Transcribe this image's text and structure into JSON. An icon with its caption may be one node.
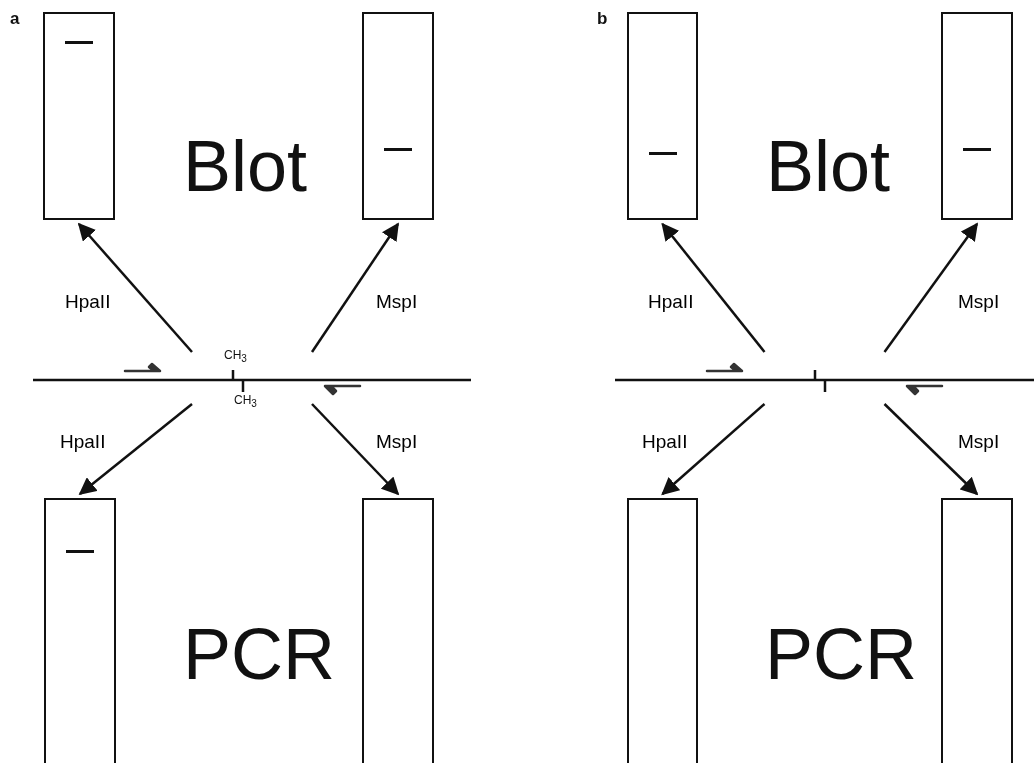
{
  "diagram": {
    "nodes": [
      {
        "text": [],
        "shape": "line"
      },
      {
        "text": [],
        "shape": "box"
      },
      {
        "text": [],
        "shape": "box"
      },
      {
        "text": [],
        "shape": "box"
      },
      {
        "text": [],
        "shape": "box"
      },
      {
        "text": [],
        "shape": "line"
      },
      {
        "text": [],
        "shape": "box"
      },
      {
        "text": [],
        "shape": "box"
      },
      {
        "text": [],
        "shape": "box"
      },
      {
        "text": [],
        "shape": "box"
      }
    ],
    "edges": [
      {
        "from": 0,
        "to": 1,
        "arrow": "to",
        "label": "HpaII"
      },
      {
        "from": 0,
        "to": 2,
        "arrow": "to",
        "label": "MspI"
      },
      {
        "from": 0,
        "to": 3,
        "arrow": "to",
        "label": "HpaII"
      },
      {
        "from": 0,
        "to": 4,
        "arrow": "to",
        "label": "MspI"
      },
      {
        "from": 5,
        "to": 6,
        "arrow": "to",
        "label": "HpaII"
      },
      {
        "from": 5,
        "to": 7,
        "arrow": "to",
        "label": "MspI"
      },
      {
        "from": 5,
        "to": 8,
        "arrow": "to",
        "label": "HpaII"
      },
      {
        "from": 5,
        "to": 9,
        "arrow": "to",
        "label": "MspI"
      }
    ],
    "labels": [
      "a",
      "Blot",
      "CH$_{3}$",
      "CH$_{3}$",
      "PCR",
      "b",
      "Blot",
      "PCR"
    ]
  }
}
